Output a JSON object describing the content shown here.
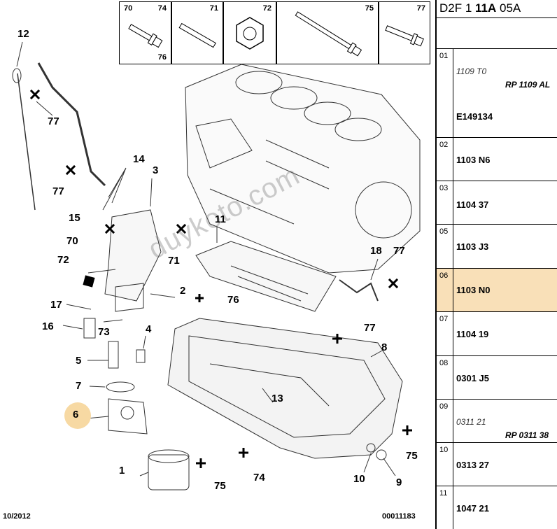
{
  "header_parts": [
    {
      "num": "70",
      "num2": "74",
      "sub": "76"
    },
    {
      "num": "71"
    },
    {
      "num": "72"
    },
    {
      "num": "75"
    },
    {
      "num": "77"
    }
  ],
  "panel": {
    "title_a": "D2F 1 ",
    "title_b": "11A",
    "title_c": " 05A",
    "rows": [
      {
        "idx": "01",
        "ref_it": "1109 T0",
        "rp": "RP 1109 AL",
        "ref": "E149134"
      },
      {
        "idx": "02",
        "ref": "1103 N6"
      },
      {
        "idx": "03",
        "ref": "1104 37"
      },
      {
        "idx": "05",
        "ref": "1103 J3"
      },
      {
        "idx": "06",
        "ref": "1103 N0",
        "selected": true
      },
      {
        "idx": "07",
        "ref": "1104 19"
      },
      {
        "idx": "08",
        "ref": "0301 J5"
      },
      {
        "idx": "09",
        "ref_it": "0311 21",
        "rp": "RP 0311 38"
      },
      {
        "idx": "10",
        "ref": "0313 27"
      },
      {
        "idx": "11",
        "ref": "1047 21"
      }
    ]
  },
  "labels": [
    "12",
    "77",
    "77",
    "14",
    "3",
    "15",
    "70",
    "11",
    "71",
    "18",
    "77",
    "72",
    "2",
    "76",
    "17",
    "73",
    "16",
    "4",
    "77",
    "8",
    "5",
    "7",
    "6",
    "13",
    "1",
    "75",
    "74",
    "10",
    "9",
    "75"
  ],
  "watermark": "duykoto.com",
  "footer": {
    "date": "10/2012",
    "code": "00011183"
  },
  "highlight_color": "#f7d9a3"
}
